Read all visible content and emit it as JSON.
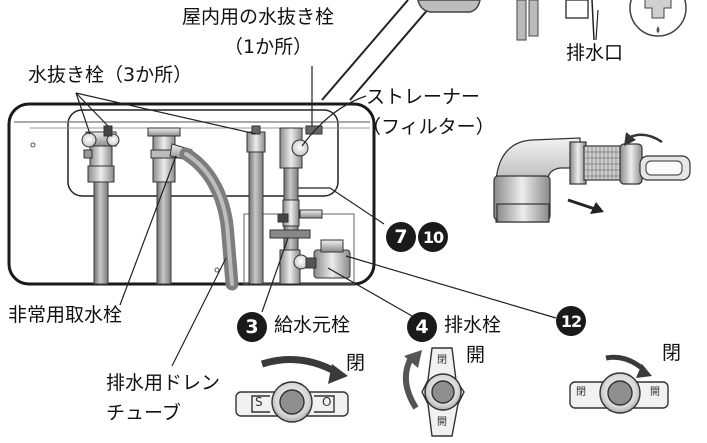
{
  "labels": {
    "indoor_drain_plug": "屋内用の水抜き栓",
    "indoor_drain_plug_count": "（1か所）",
    "drain_plugs": "水抜き栓（3か所）",
    "drain_outlet": "排水口",
    "strainer": "ストレーナー",
    "strainer_sub": "（フィルター）",
    "emergency_tap": "非常用取水栓",
    "drain_hose_line1": "排水用ドレン",
    "drain_hose_line2": "チューブ",
    "water_supply_valve": "給水元栓",
    "drain_valve": "排水栓",
    "close_1": "閉",
    "open_1": "開",
    "close_2": "閉"
  },
  "badges": {
    "b3": "3",
    "b4": "4",
    "b7": "7",
    "b10": "10",
    "b12": "12"
  },
  "knob_marks": {
    "handle_s": "S",
    "handle_o": "O",
    "valve_close": "閉",
    "valve_open": "開",
    "drain_knob_top": "閉",
    "drain_knob_bottom": "開"
  },
  "colors": {
    "line": "#222222",
    "pipe_gray": "#9a9a9a",
    "fitting_gray": "#cfcfcf",
    "panel": "#ffffff",
    "badge": "#1a1a1a",
    "hose": "#8c8c8c"
  }
}
